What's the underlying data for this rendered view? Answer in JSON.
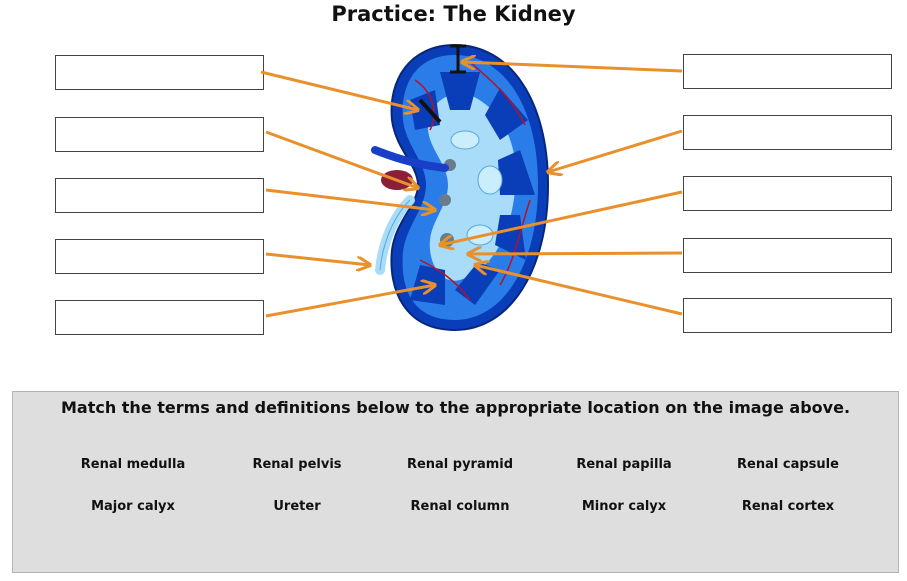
{
  "title": "Practice: The Kidney",
  "instructions": "Match the terms and definitions below to the appropriate location on the image above.",
  "terms": [
    "Renal medulla",
    "Renal pelvis",
    "Renal pyramid",
    "Renal papilla",
    "Renal capsule",
    "Major calyx",
    "Ureter",
    "Renal column",
    "Minor calyx",
    "Renal cortex"
  ],
  "colors": {
    "arrow": "#e8912c",
    "kidney_dark": "#0a3db8",
    "kidney_mid": "#2a7de8",
    "kidney_light": "#a8dcf8",
    "vessel_red": "#b5122a"
  }
}
